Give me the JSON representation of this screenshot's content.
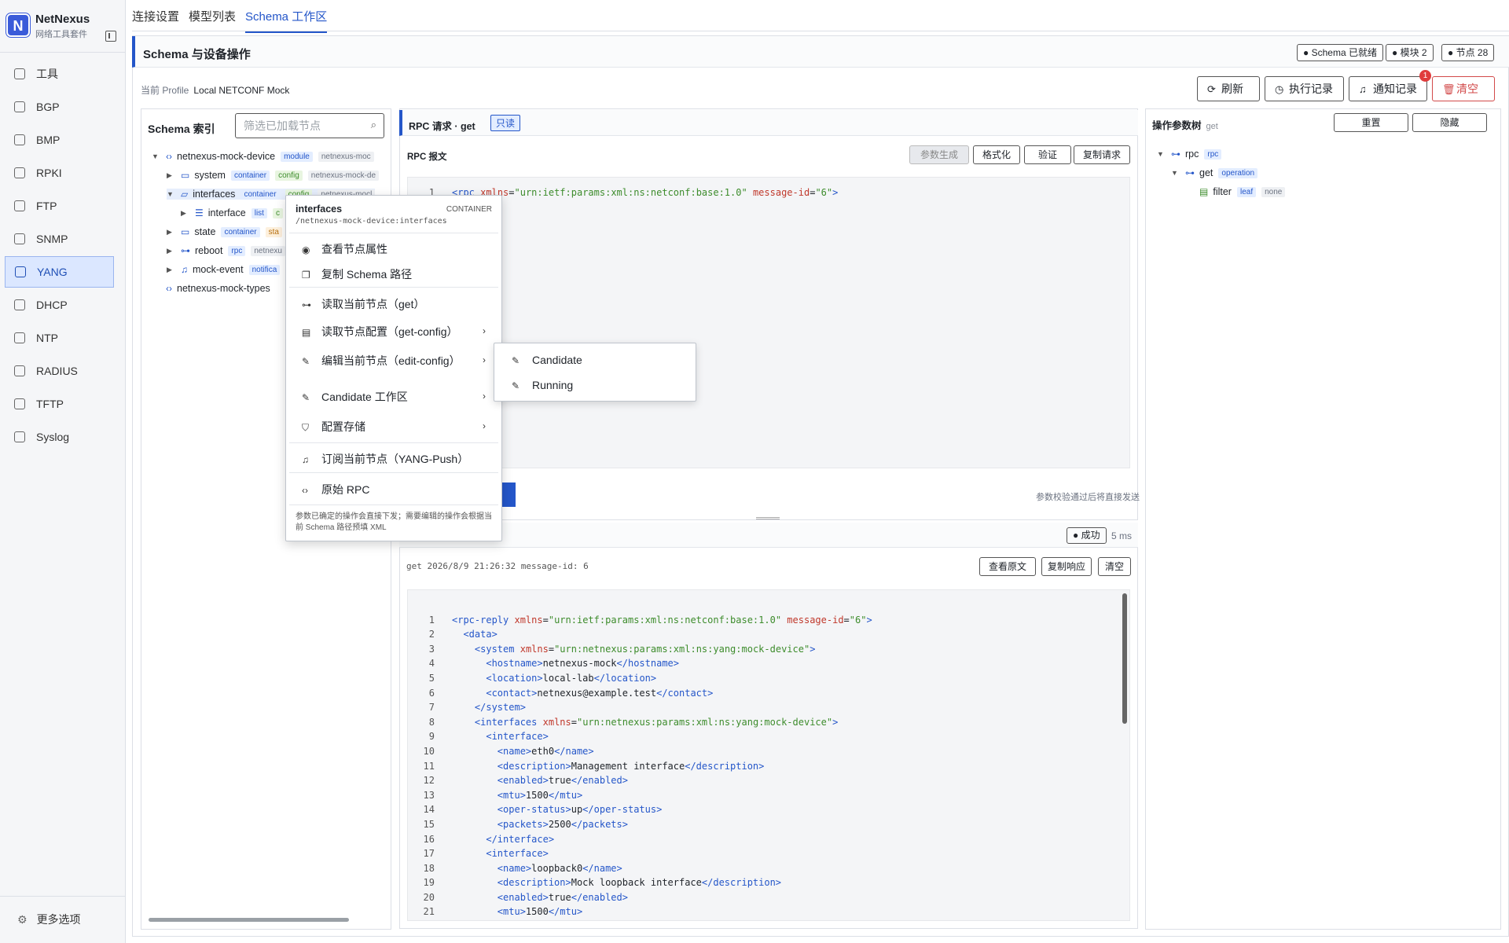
{
  "brand": {
    "name": "NetNexus",
    "sub": "网络工具套件",
    "logo": "N"
  },
  "nav": [
    {
      "label": "工具",
      "icon": "grid-icon"
    },
    {
      "label": "BGP",
      "icon": "routes-icon"
    },
    {
      "label": "BMP",
      "icon": "chart-icon"
    },
    {
      "label": "RPKI",
      "icon": "shield-icon"
    },
    {
      "label": "FTP",
      "icon": "folder-icon"
    },
    {
      "label": "SNMP",
      "icon": "code-icon"
    },
    {
      "label": "YANG",
      "icon": "file-icon",
      "active": true
    },
    {
      "label": "DHCP",
      "icon": "wifi-icon"
    },
    {
      "label": "NTP",
      "icon": "clock-icon"
    },
    {
      "label": "RADIUS",
      "icon": "key-icon"
    },
    {
      "label": "TFTP",
      "icon": "swap-icon"
    },
    {
      "label": "Syslog",
      "icon": "file-text-icon"
    }
  ],
  "more": "更多选项",
  "tabs": [
    "连接设置",
    "模型列表",
    "Schema 工作区"
  ],
  "header": {
    "title": "Schema 与设备操作",
    "chips": [
      "Schema 已就绪",
      "模块 2",
      "节点 28"
    ]
  },
  "profile": {
    "label": "当前 Profile",
    "value": "Local NETCONF Mock"
  },
  "toolbar": {
    "refresh": "刷新",
    "history": "执行记录",
    "notify": "通知记录",
    "notify_count": "1",
    "clear": "清空"
  },
  "schema": {
    "title": "Schema 索引",
    "filter_placeholder": "筛选已加载节点",
    "tree": [
      {
        "label": "netnexus-mock-device",
        "tags": [
          [
            "module",
            "blue"
          ],
          [
            "netnexus-moc",
            "gray"
          ]
        ]
      },
      {
        "label": "system",
        "tags": [
          [
            "container",
            "blue"
          ],
          [
            "config",
            "green"
          ],
          [
            "netnexus-mock-de",
            "gray"
          ]
        ]
      },
      {
        "label": "interfaces",
        "tags": [
          [
            "container",
            "blue"
          ],
          [
            "config",
            "green"
          ],
          [
            "netnexus-mocl",
            "gray"
          ]
        ]
      },
      {
        "label": "interface",
        "tags": [
          [
            "list",
            "blue"
          ],
          [
            "c",
            "green"
          ]
        ]
      },
      {
        "label": "state",
        "tags": [
          [
            "container",
            "blue"
          ],
          [
            "sta",
            "orange"
          ]
        ]
      },
      {
        "label": "reboot",
        "tags": [
          [
            "rpc",
            "blue"
          ],
          [
            "netnexu",
            "gray"
          ]
        ]
      },
      {
        "label": "mock-event",
        "tags": [
          [
            "notifica",
            "blue"
          ]
        ]
      },
      {
        "label": "netnexus-mock-types",
        "tags": []
      }
    ]
  },
  "rpc": {
    "title": "RPC 请求 · get",
    "readonly": "只读",
    "section": "RPC 报文",
    "btn_gen": "参数生成",
    "btn_format": "格式化",
    "btn_validate": "验证",
    "btn_copy": "复制请求",
    "line_no": "1",
    "hint": "参数校验通过后将直接发送"
  },
  "response": {
    "status": "成功",
    "ms": "5 ms",
    "meta": "get  2026/8/9 21:26:32  message-id: 6",
    "btn_raw": "查看原文",
    "btn_copy": "复制响应",
    "btn_clear": "清空"
  },
  "ops": {
    "title": "操作参数树",
    "sub": "get",
    "reset": "重置",
    "hide": "隐藏",
    "tree": [
      {
        "label": "rpc",
        "tag": "rpc"
      },
      {
        "label": "get",
        "tag": "operation"
      },
      {
        "label": "filter",
        "tag": "leaf",
        "tag2": "none"
      }
    ]
  },
  "ctx": {
    "title": "interfaces",
    "type": "CONTAINER",
    "path": "/netnexus-mock-device:interfaces",
    "items": [
      "查看节点属性",
      "复制 Schema 路径",
      "读取当前节点（get）",
      "读取节点配置（get-config）",
      "编辑当前节点（edit-config）",
      "Candidate 工作区",
      "配置存储",
      "订阅当前节点（YANG-Push）",
      "原始 RPC"
    ],
    "note": "参数已确定的操作会直接下发；需要编辑的操作会根据当前 Schema 路径预填 XML",
    "sub": [
      "Candidate",
      "Running"
    ]
  }
}
